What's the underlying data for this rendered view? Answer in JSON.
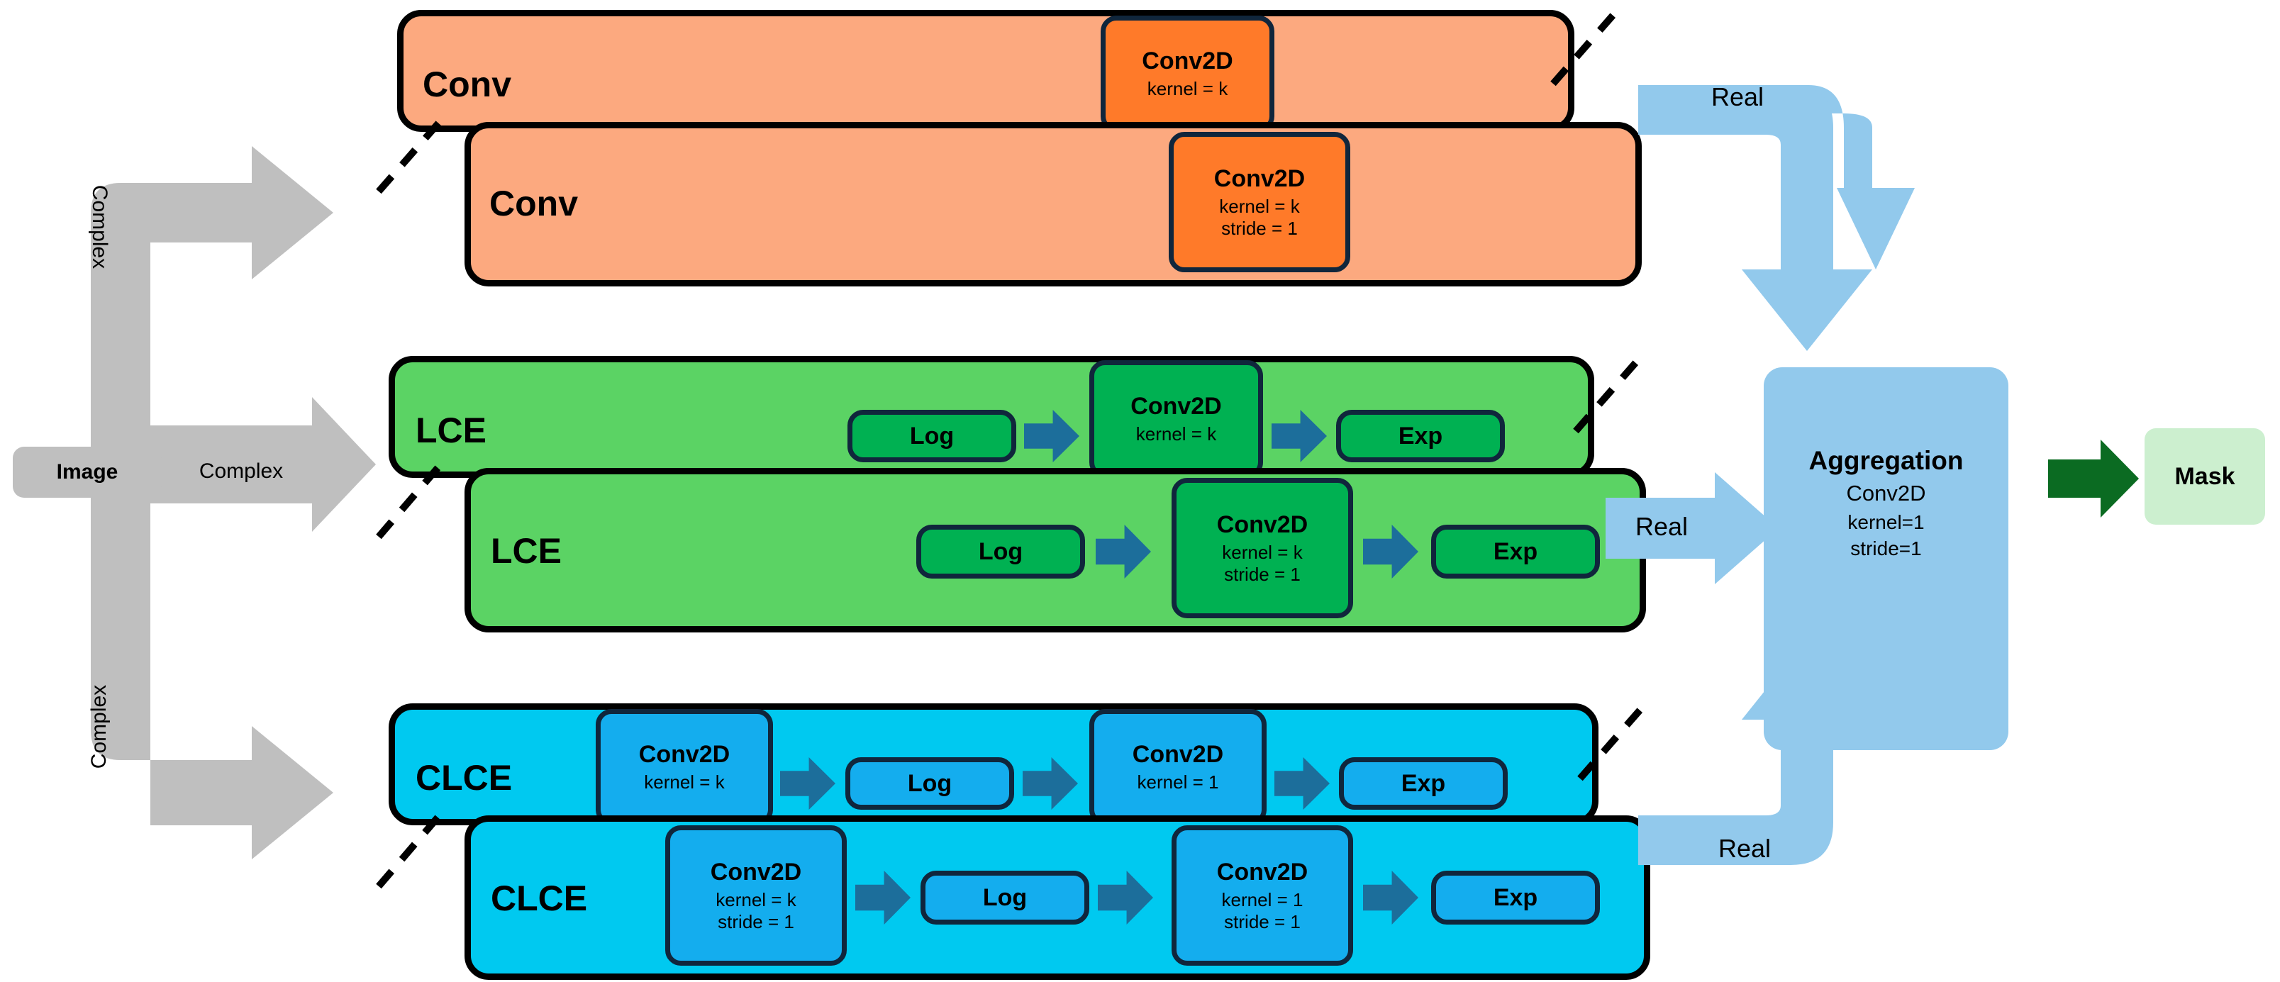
{
  "diagram": {
    "title": "Complex-valued convolution block variants feeding an aggregation head",
    "colors": {
      "orange_card": "#FCA97F",
      "orange_op": "#FF7A29",
      "green_card": "#5BD364",
      "green_op": "#00B152",
      "blue_card": "#00C9F0",
      "blue_op": "#14ADEE",
      "op_border": "#10263C",
      "chevron": "#1C6E9B",
      "grey": "#BFBFBF",
      "real_blue": "#92C9EC",
      "mask_green": "#CCEFCF",
      "mask_arrow_green": "#0B6B22",
      "outline": "#000000"
    }
  },
  "input": {
    "image_label": "Image",
    "branches": [
      {
        "label": "Complex",
        "target": "conv"
      },
      {
        "label": "Complex",
        "target": "lce"
      },
      {
        "label": "Complex",
        "target": "clce"
      }
    ]
  },
  "rows": [
    {
      "id": "conv",
      "name": "Conv",
      "back": {
        "label": "Conv",
        "ops": [
          {
            "type": "op",
            "t1": "Conv2D",
            "t2": "kernel = k",
            "t3": ""
          }
        ]
      },
      "front": {
        "label": "Conv",
        "ops": [
          {
            "type": "op",
            "t1": "Conv2D",
            "t2": "kernel = k",
            "t3": "stride = 1"
          }
        ]
      }
    },
    {
      "id": "lce",
      "name": "LCE",
      "back": {
        "label": "LCE",
        "ops": [
          {
            "type": "op",
            "t1": "Log",
            "t2": "",
            "t3": ""
          },
          {
            "type": "arrow"
          },
          {
            "type": "op",
            "t1": "Conv2D",
            "t2": "kernel = k",
            "t3": ""
          },
          {
            "type": "arrow"
          },
          {
            "type": "op",
            "t1": "Exp",
            "t2": "",
            "t3": ""
          }
        ]
      },
      "front": {
        "label": "LCE",
        "ops": [
          {
            "type": "op",
            "t1": "Log",
            "t2": "",
            "t3": ""
          },
          {
            "type": "arrow"
          },
          {
            "type": "op",
            "t1": "Conv2D",
            "t2": "kernel = k",
            "t3": "stride = 1"
          },
          {
            "type": "arrow"
          },
          {
            "type": "op",
            "t1": "Exp",
            "t2": "",
            "t3": ""
          }
        ]
      }
    },
    {
      "id": "clce",
      "name": "CLCE",
      "back": {
        "label": "CLCE",
        "ops": [
          {
            "type": "op",
            "t1": "Conv2D",
            "t2": "kernel = k",
            "t3": ""
          },
          {
            "type": "arrow"
          },
          {
            "type": "op",
            "t1": "Log",
            "t2": "",
            "t3": ""
          },
          {
            "type": "arrow"
          },
          {
            "type": "op",
            "t1": "Conv2D",
            "t2": "kernel = 1",
            "t3": ""
          },
          {
            "type": "arrow"
          },
          {
            "type": "op",
            "t1": "Exp",
            "t2": "",
            "t3": ""
          }
        ]
      },
      "front": {
        "label": "CLCE",
        "ops": [
          {
            "type": "op",
            "t1": "Conv2D",
            "t2": "kernel = k",
            "t3": "stride = 1"
          },
          {
            "type": "arrow"
          },
          {
            "type": "op",
            "t1": "Log",
            "t2": "",
            "t3": ""
          },
          {
            "type": "arrow"
          },
          {
            "type": "op",
            "t1": "Conv2D",
            "t2": "kernel = 1",
            "t3": "stride = 1"
          },
          {
            "type": "arrow"
          },
          {
            "type": "op",
            "t1": "Exp",
            "t2": "",
            "t3": ""
          }
        ]
      }
    }
  ],
  "outputs": {
    "real_labels": [
      "Real",
      "Real",
      "Real"
    ],
    "aggregation": {
      "title": "Aggregation",
      "line2": "Conv2D",
      "line3": "kernel=1",
      "line4": "stride=1"
    },
    "mask_label": "Mask"
  }
}
